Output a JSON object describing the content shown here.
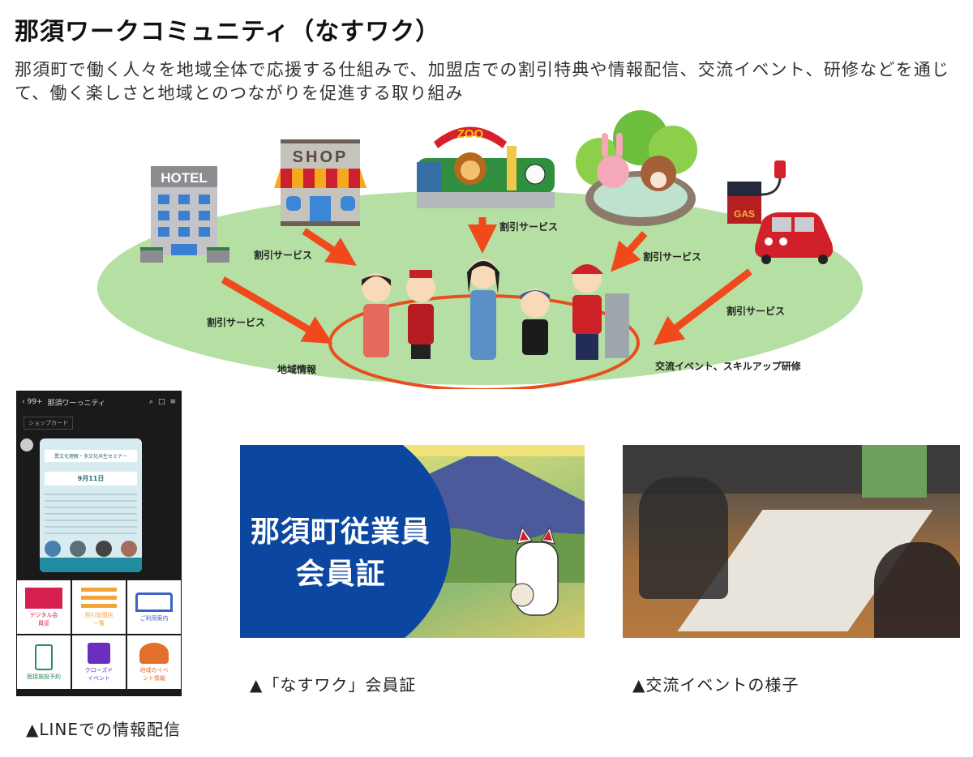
{
  "header": {
    "title": "那須ワークコミュニティ（なすワク）",
    "description": "那須町で働く人々を地域全体で応援する仕組みで、加盟店での割引特典や情報配信、交流イベント、研修などを通じて、働く楽しさと地域とのつながりを促進する取り組み"
  },
  "diagram": {
    "facilities": [
      {
        "id": "hotel",
        "label": "HOTEL"
      },
      {
        "id": "shop",
        "label": "SHOP"
      },
      {
        "id": "zoo",
        "label": "ZOO"
      },
      {
        "id": "onsen",
        "label": ""
      },
      {
        "id": "gas",
        "label": "GAS"
      }
    ],
    "labels": {
      "hotel_service": "割引サービス",
      "shop_service": "割引サービス",
      "zoo_service": "割引サービス",
      "onsen_service": "割引サービス",
      "gas_service": "割引サービス",
      "regional_info": "地域情報",
      "events_training": "交流イベント、スキルアップ研修"
    },
    "colors": {
      "field": "#b6e0a3",
      "arrow": "#f04a1c",
      "ring": "#ea4d1e"
    }
  },
  "line_screenshot": {
    "back_count": "99+",
    "chat_title": "那須ワーっニティ",
    "tag": "ショップカード",
    "card_heading": "異文化理解・多文化共生セミナー",
    "card_date": "9月11日",
    "menu": [
      {
        "label": "デジタル会員証",
        "color": "#d6204f"
      },
      {
        "label": "割引加盟店一覧",
        "color": "#f2a437"
      },
      {
        "label": "ご利用案内",
        "color": "#3b64c4"
      },
      {
        "label": "面接施設予約",
        "color": "#2e8b57"
      },
      {
        "label": "クローズドイベント",
        "color": "#6a2fbf"
      },
      {
        "label": "地域のイベント情報",
        "color": "#e2702b"
      }
    ]
  },
  "member_card": {
    "line1": "那須町従業員",
    "line2": "会員証",
    "circle_color": "#0b46a0"
  },
  "captions": {
    "line": "▲LINEでの情報配信",
    "card": "▲「なすワク」会員証",
    "event": "▲交流イベントの様子"
  }
}
